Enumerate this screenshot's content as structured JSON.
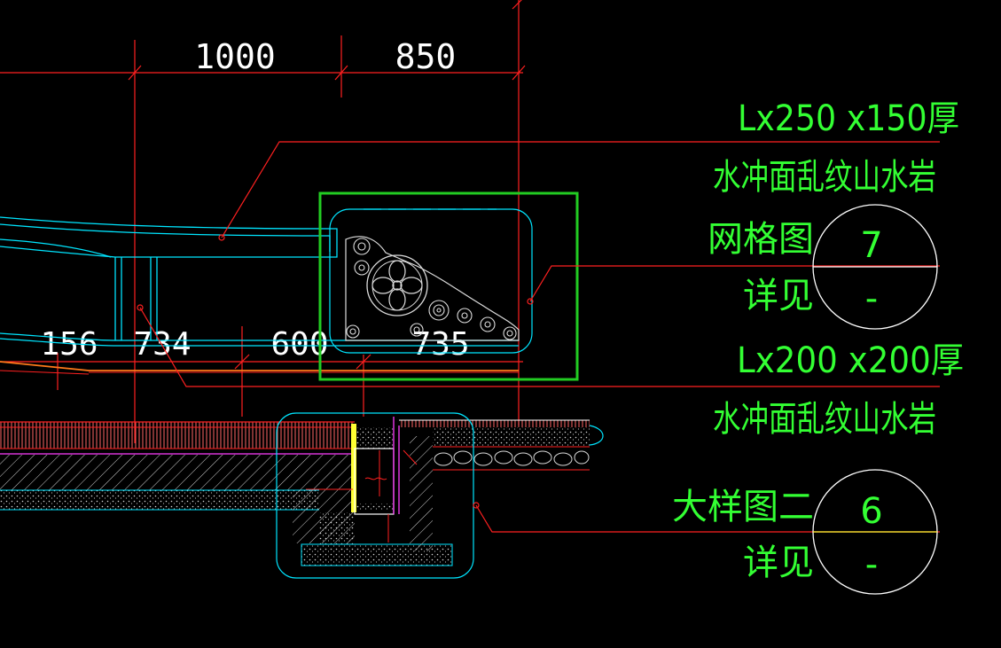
{
  "dimensions": {
    "top": [
      "1000",
      "850"
    ],
    "mid": [
      "156",
      "734",
      "600",
      "735"
    ]
  },
  "callouts": {
    "stone_1": {
      "spec": "Lx250 x150厚",
      "material": "水冲面乱纹山水岩"
    },
    "stone_2": {
      "spec": "Lx200 x200厚",
      "material": "水冲面乱纹山水岩"
    }
  },
  "detail_refs": [
    {
      "title": "网格图",
      "see": "详见",
      "number": "7",
      "sheet": "-"
    },
    {
      "title": "大样图二",
      "see": "详见",
      "number": "6",
      "sheet": "-"
    }
  ],
  "colors": {
    "background": "#000000",
    "leader": "#ff2020",
    "text": "#33ff33",
    "outline": "#00e5ff",
    "highlight": "#22cc22",
    "orange": "#ff7a1a",
    "magenta": "#ff3cff",
    "yellow": "#ffff33"
  }
}
